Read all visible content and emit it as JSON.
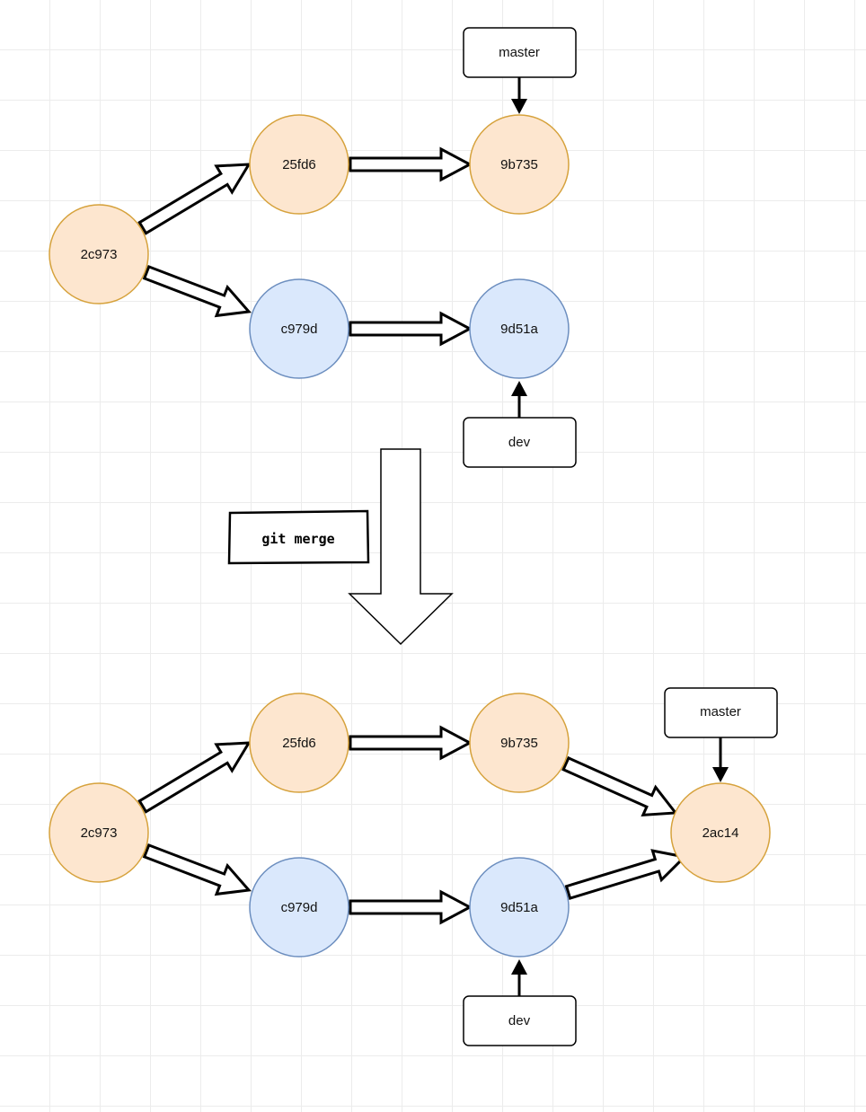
{
  "colors": {
    "master_fill": "#fde6cf",
    "master_stroke": "#d6a23c",
    "dev_fill": "#dae8fc",
    "dev_stroke": "#6c8ebf",
    "arrow_stroke": "#000000",
    "box_stroke": "#000000"
  },
  "before": {
    "commits": {
      "c1": "2c973",
      "c2": "25fd6",
      "c3": "9b735",
      "c4": "c979d",
      "c5": "9d51a"
    },
    "labels": {
      "master": "master",
      "dev": "dev"
    }
  },
  "command": "git merge",
  "after": {
    "commits": {
      "c1": "2c973",
      "c2": "25fd6",
      "c3": "9b735",
      "c4": "c979d",
      "c5": "9d51a",
      "c6": "2ac14"
    },
    "labels": {
      "master": "master",
      "dev": "dev"
    }
  }
}
